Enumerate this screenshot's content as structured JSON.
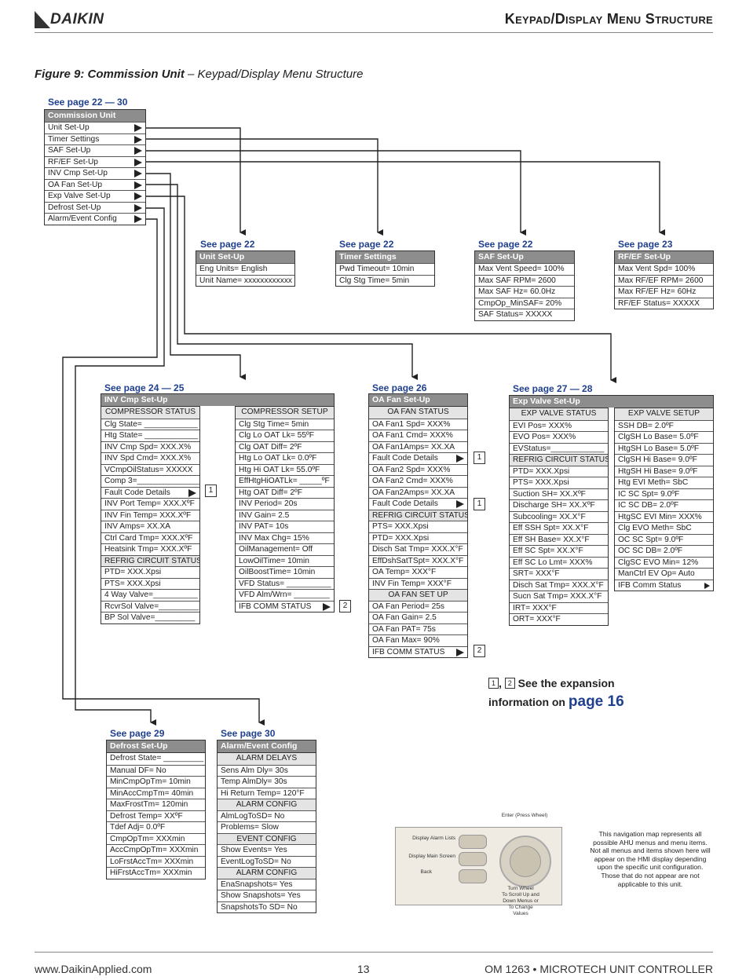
{
  "header": {
    "logo": "DAIKIN",
    "title": "Keypad/Display Menu Structure"
  },
  "caption": {
    "bold": "Figure 9: Commission Unit",
    "rest": " – Keypad/Display Menu Structure"
  },
  "commission": {
    "see": "See page 22 — 30",
    "title": "Commission Unit",
    "items": [
      "Unit Set-Up",
      "Timer Settings",
      "SAF Set-Up",
      "RF/EF Set-Up",
      "INV Cmp Set-Up",
      "OA Fan Set-Up",
      "Exp Valve Set-Up",
      "Defrost Set-Up",
      "Alarm/Event Config"
    ]
  },
  "unit_setup": {
    "see": "See page 22",
    "title": "Unit Set-Up",
    "items": [
      "Eng Units= English",
      "Unit Name= xxxxxxxxxxxx"
    ]
  },
  "timer": {
    "see": "See page 22",
    "title": "Timer Settings",
    "items": [
      "Pwd Timeout= 10min",
      "Clg Stg Time= 5min"
    ]
  },
  "saf": {
    "see": "See page 22",
    "title": "SAF Set-Up",
    "items": [
      "Max Vent Speed= 100%",
      "Max SAF RPM= 2600",
      "Max SAF Hz= 60.0Hz",
      "CmpOp_MinSAF= 20%",
      "SAF Status= XXXXX"
    ]
  },
  "rfef": {
    "see": "See page 23",
    "title": "RF/EF Set-Up",
    "items": [
      "Max Vent Spd= 100%",
      "Max RF/EF RPM= 2600",
      "Max RF/EF Hz= 60Hz",
      "RF/EF Status= XXXXX"
    ]
  },
  "inv": {
    "see": "See page 24  — 25",
    "title": "INV Cmp Set-Up",
    "left": [
      "COMPRESSOR STATUS",
      "Clg State= ____________",
      "Htg State= ____________",
      "INV Cmp Spd= XXX.X%",
      "INV Spd Cmd= XXX.X%",
      "VCmpOilStatus= XXXXX",
      "Comp 3=______________",
      "Fault Code Details",
      "INV Port Temp= XXX.XºF",
      "INV Fin Temp= XXX.XºF",
      "INV Amps= XX.XA",
      "Ctrl Card Tmp= XXX.XºF",
      "Heatsink Tmp= XXX.XºF",
      "REFRIG CIRCUIT STATUS",
      "PTD= XXX.Xpsi",
      "PTS= XXX.Xpsi",
      "4 Way Valve=__________",
      "RcvrSol Valve=_________",
      "BP Sol Valve=_________"
    ],
    "right": [
      "COMPRESSOR SETUP",
      "Clg Stg Time= 5min",
      "Clg Lo OAT Lk= 55ºF",
      "Clg OAT Diff= 2ºF",
      "Htg Lo OAT Lk= 0.0ºF",
      "Htg Hi OAT Lk= 55.0ºF",
      "EffHtgHiOATLk= _____ºF",
      "Htg OAT Diff= 2ºF",
      "INV Period= 20s",
      "INV Gain= 2.5",
      "INV PAT= 10s",
      "INV Max Chg= 15%",
      "OilManagement= Off",
      "LowOilTime= 10min",
      "OilBoostTime= 10min",
      "VFD Status= __________",
      "VFD Alm/Wrn= ________",
      "IFB COMM STATUS"
    ]
  },
  "oafan": {
    "see": "See page 26",
    "title": "OA Fan Set-Up",
    "items": [
      "OA FAN STATUS",
      "OA Fan1 Spd= XXX%",
      "OA Fan1 Cmd= XXX%",
      "OA Fan1Amps= XX.XA",
      "Fault Code Details",
      "OA Fan2 Spd= XXX%",
      "OA Fan2 Cmd= XXX%",
      "OA Fan2Amps= XX.XA",
      "Fault Code Details",
      "REFRIG CIRCUIT STATUS",
      "PTS= XXX.Xpsi",
      "PTD= XXX.Xpsi",
      "Disch Sat Tmp= XXX.X°F",
      "EffDshSatTSpt= XXX.X°F",
      "OA Temp= XXX°F",
      "INV Fin Temp= XXX°F",
      "OA FAN SET UP",
      "OA Fan Period= 25s",
      "OA Fan Gain= 2.5",
      "OA Fan PAT= 75s",
      "OA Fan Max= 90%",
      "IFB COMM STATUS"
    ]
  },
  "expv": {
    "see": "See page 27  — 28",
    "title": "Exp Valve Set-Up",
    "left": [
      "EXP VALVE STATUS",
      "EVI Pos= XXX%",
      "EVO Pos= XXX%",
      "EVStatus=____________",
      "REFRIG CIRCUIT STATUS",
      "PTD= XXX.Xpsi",
      "PTS= XXX.Xpsi",
      "Suction SH= XX.XºF",
      "Discharge SH= XX.XºF",
      "Subcooling= XX.X°F",
      "Eff SSH Spt= XX.X°F",
      "Eff SH Base= XX.X°F",
      "Eff SC Spt= XX.X°F",
      "Eff SC Lo Lmt= XXX%",
      "SRT= XXX°F",
      "Disch Sat Tmp= XXX.X°F",
      "Sucn Sat Tmp= XXX.X°F",
      "IRT= XXX°F",
      "ORT= XXX°F"
    ],
    "right": [
      "EXP VALVE SETUP",
      "SSH DB= 2.0ºF",
      "ClgSH Lo Base= 5.0ºF",
      "HtgSH Lo Base= 5.0ºF",
      "ClgSH Hi Base= 9.0ºF",
      "HtgSH Hi Base= 9.0ºF",
      "Htg EVI Meth= SbC",
      "IC SC Spt= 9.0ºF",
      "IC SC DB= 2.0ºF",
      "HtgSC EVI Min= XXX%",
      "Clg EVO Meth= SbC",
      "OC SC Spt= 9.0ºF",
      "OC SC DB= 2.0ºF",
      "ClgSC EVO Min= 12%",
      "ManCtrl EV Op= Auto",
      "IFB Comm Status"
    ]
  },
  "defrost": {
    "see": "See page 29",
    "title": "Defrost Set-Up",
    "items": [
      "Defrost State= _________",
      "Manual DF= No",
      "MinCmpOpTm= 10min",
      "MinAccCmpTm= 40min",
      "MaxFrostTm= 120min",
      "Defrost Temp= XXºF",
      "Tdef Adj= 0.0ºF",
      "CmpOpTm= XXXmin",
      "AccCmpOpTm= XXXmin",
      "LoFrstAccTm= XXXmin",
      "HiFrstAccTm= XXXmin"
    ]
  },
  "alarm": {
    "see": "See page 30",
    "title": "Alarm/Event Config",
    "items": [
      "ALARM DELAYS",
      "Sens Alm Dly= 30s",
      "Temp AlmDly= 30s",
      "Hi Return Temp= 120°F",
      "ALARM CONFIG",
      "AlmLogToSD= No",
      "Problems= Slow",
      "EVENT CONFIG",
      "Show Events= Yes",
      "EventLogToSD= No",
      "ALARM CONFIG",
      "EnaSnapshots= Yes",
      "Show Snapshots= Yes",
      "SnapshotsTo SD= No"
    ]
  },
  "badges": {
    "one": "1",
    "two": "2"
  },
  "expansion": {
    "line1": "See the expansion",
    "line2": "information on ",
    "page": "page 16"
  },
  "keypad": {
    "enter": "Enter\n(Press Wheel)",
    "alarm": "Display Alarm Lists",
    "main": "Display Main Screen",
    "back": "Back",
    "wheel": "Turn Wheel\nTo Scroll Up and\nDown Menus or\nTo Change\nValues"
  },
  "nav_note": "This navigation map represents all possible AHU menus and menu items.  Not all menus and items shown here will appear on the HMI display depending upon the specific unit configuration.  Those that do not appear are not applicable to this unit.",
  "footer": {
    "left": "www.DaikinApplied.com",
    "center": "13",
    "right": "OM 1263 • MICROTECH UNIT CONTROLLER"
  }
}
